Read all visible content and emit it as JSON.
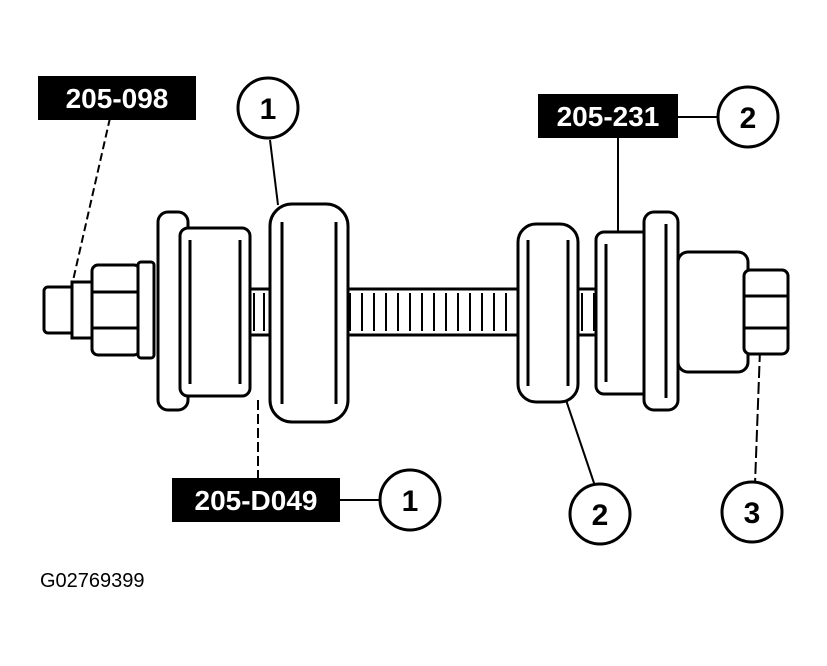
{
  "tags": {
    "tool_a": "205-098",
    "tool_b": "205-231",
    "tool_c": "205-D049"
  },
  "callouts": {
    "c1_top": "1",
    "c2_top": "2",
    "c1_bottom": "1",
    "c2_bottom": "2",
    "c3_bottom": "3"
  },
  "figure_id": "G02769399",
  "colors": {
    "ink": "#000000",
    "paper": "#ffffff"
  }
}
